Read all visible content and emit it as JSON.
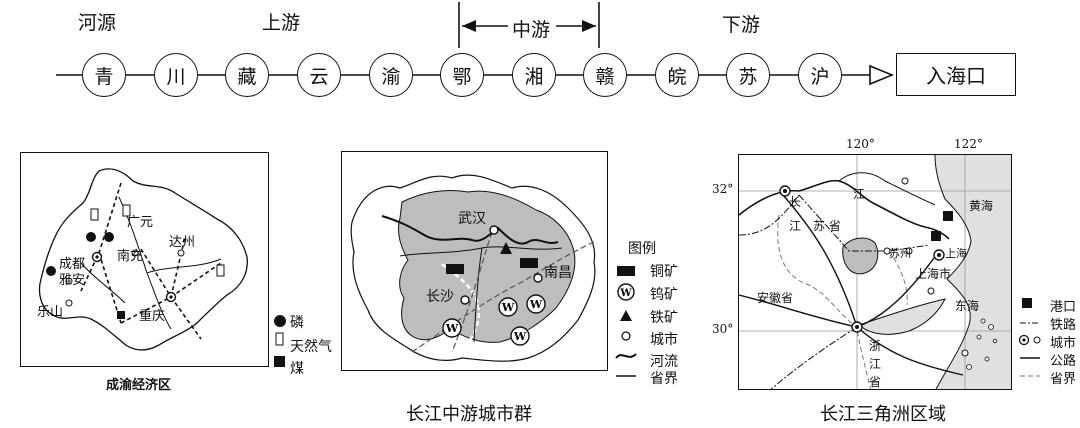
{
  "flow": {
    "segments": {
      "source": "河源",
      "upper": "上游",
      "middle": "中游",
      "lower": "下游"
    },
    "provinces": [
      "青",
      "川",
      "藏",
      "云",
      "渝",
      "鄂",
      "湘",
      "赣",
      "皖",
      "苏",
      "沪"
    ],
    "end": "入海口"
  },
  "panel_chengyu": {
    "title": "成渝经济区",
    "cities": {
      "guangyuan": "广元",
      "dazhou": "达州",
      "nanchong": "南充",
      "chengdu": "成都",
      "yaan": "雅安",
      "leshan": "乐山",
      "chongqing": "重庆"
    },
    "legend": {
      "phosphate": "磷",
      "gas": "天然气",
      "coal": "煤"
    }
  },
  "panel_middle": {
    "title": "长江中游城市群",
    "cities": {
      "wuhan": "武汉",
      "changsha": "长沙",
      "nanchang": "南昌"
    },
    "legend": {
      "title": "图例",
      "copper": "铜矿",
      "tungsten": "钨矿",
      "iron": "铁矿",
      "city": "城市",
      "river": "河流",
      "boundary": "省界"
    }
  },
  "panel_delta": {
    "title": "长江三角洲区域",
    "longitudes": [
      "120°",
      "122°"
    ],
    "latitudes": [
      "32°",
      "30°"
    ],
    "labels": {
      "chang": "长",
      "jiang_top": "江",
      "jiang_left": "江",
      "jiangsu": "苏 省",
      "yellow_sea": "黄海",
      "suzhou": "苏州",
      "shanghai1": "上海",
      "shanghai2": "上海市",
      "anhui": "安徽省",
      "east_sea": "东海",
      "zhe": "浙",
      "jiang_zhe": "江",
      "sheng": "省"
    },
    "legend": {
      "port": "港口",
      "railway": "铁路",
      "city": "城市",
      "road": "公路",
      "boundary": "省界"
    }
  }
}
